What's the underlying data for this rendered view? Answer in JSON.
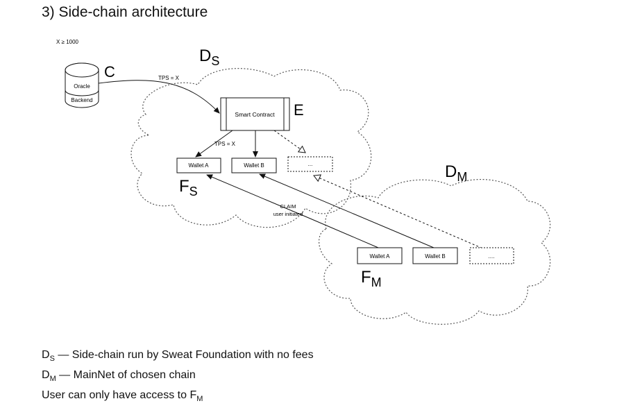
{
  "title": "3) Side-chain architecture",
  "diagram": {
    "x_condition": "X ≥ 1000",
    "oracle": {
      "letter": "C",
      "line1": "Oracle",
      "line2": "Backend"
    },
    "tps_oracle": "TPS = X",
    "tps_wallets": "TPS = X",
    "smart_contract": {
      "label": "Smart Contract",
      "letter": "E"
    },
    "side_cloud": {
      "letter": "D",
      "sub": "S"
    },
    "main_cloud": {
      "letter": "D",
      "sub": "M"
    },
    "side_wallets": {
      "letter": "F",
      "sub": "S",
      "items": [
        "Wallet A",
        "Wallet B",
        "..."
      ]
    },
    "main_wallets": {
      "letter": "F",
      "sub": "M",
      "items": [
        "Wallet A",
        "Wallet B",
        "...."
      ]
    },
    "claim": {
      "line1": "CLAIM",
      "line2": "user initiated"
    }
  },
  "legend": [
    {
      "sym": "D",
      "sub": "S",
      "text": " — Side-chain run by Sweat Foundation with no fees"
    },
    {
      "sym": "D",
      "sub": "M",
      "text": " — MainNet of chosen chain"
    },
    {
      "sym": "",
      "sub": "",
      "pre": "User can only have access to F",
      "post_sub": "M"
    }
  ]
}
